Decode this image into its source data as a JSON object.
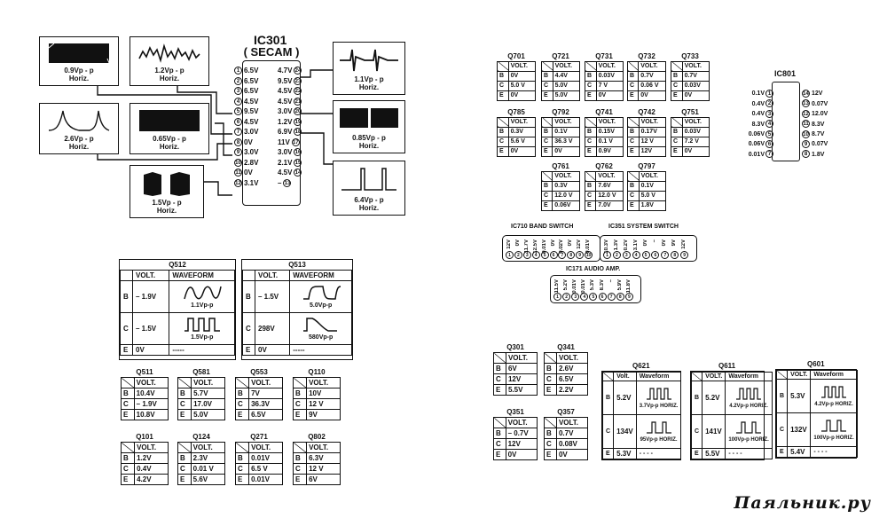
{
  "ic301": {
    "name": "IC301",
    "sub": "SECAM",
    "left_pins": [
      {
        "n": "1",
        "v": "6.5V"
      },
      {
        "n": "2",
        "v": "6.5V"
      },
      {
        "n": "3",
        "v": "6.5V"
      },
      {
        "n": "4",
        "v": "4.5V"
      },
      {
        "n": "5",
        "v": "9.5V"
      },
      {
        "n": "6",
        "v": "4.5V"
      },
      {
        "n": "7",
        "v": "3.0V"
      },
      {
        "n": "8",
        "v": "0V"
      },
      {
        "n": "9",
        "v": "3.0V"
      },
      {
        "n": "10",
        "v": "2.8V"
      },
      {
        "n": "11",
        "v": "0V"
      },
      {
        "n": "12",
        "v": "3.1V"
      }
    ],
    "right_pins": [
      {
        "n": "24",
        "v": "4.7V"
      },
      {
        "n": "23",
        "v": "9.5V"
      },
      {
        "n": "22",
        "v": "4.5V"
      },
      {
        "n": "21",
        "v": "4.5V"
      },
      {
        "n": "20",
        "v": "3.0V"
      },
      {
        "n": "19",
        "v": "1.2V"
      },
      {
        "n": "18",
        "v": "6.9V"
      },
      {
        "n": "17",
        "v": "11V"
      },
      {
        "n": "16",
        "v": "3.0V"
      },
      {
        "n": "15",
        "v": "2.1V"
      },
      {
        "n": "14",
        "v": "4.5V"
      },
      {
        "n": "13",
        "v": "–"
      }
    ],
    "waveforms": [
      {
        "l1": "0.9Vp - p",
        "l2": "Horiz."
      },
      {
        "l1": "1.2Vp - p",
        "l2": "Horiz."
      },
      {
        "l1": "2.6Vp - p",
        "l2": "Horiz."
      },
      {
        "l1": "0.65Vp - p",
        "l2": "Horiz."
      },
      {
        "l1": "1.5Vp - p",
        "l2": "Horiz."
      },
      {
        "l1": "1.1Vp - p",
        "l2": "Horiz."
      },
      {
        "l1": "0.85Vp - p",
        "l2": "Horiz."
      },
      {
        "l1": "6.4Vp - p",
        "l2": "Horiz."
      }
    ]
  },
  "wave_tables": [
    {
      "name": "Q512",
      "col1": "VOLT.",
      "col2": "WAVEFORM",
      "b_v": "– 1.9V",
      "b_w": "1.1Vp-p",
      "c_v": "– 1.5V",
      "c_w": "1.5Vp-p",
      "e_v": "0V",
      "e_w": "-----"
    },
    {
      "name": "Q513",
      "col1": "VOLT.",
      "col2": "WAVEFORM",
      "b_v": "– 1.5V",
      "b_w": "5.0Vp-p",
      "c_v": "298V",
      "c_w": "580Vp-p",
      "e_v": "0V",
      "e_w": "-----"
    }
  ],
  "left_tables": [
    {
      "name": "Q511",
      "head": "VOLT.",
      "B": "10.4V",
      "C": "– 1.9V",
      "E": "10.8V"
    },
    {
      "name": "Q581",
      "head": "VOLT.",
      "B": "5.7V",
      "C": "17.0V",
      "E": "5.0V"
    },
    {
      "name": "Q553",
      "head": "VOLT.",
      "B": "7V",
      "C": "36.3V",
      "E": "6.5V"
    },
    {
      "name": "Q110",
      "head": "VOLT.",
      "B": "10V",
      "C": "12 V",
      "E": "9V"
    },
    {
      "name": "Q101",
      "head": "VOLT.",
      "B": "1.2V",
      "C": "0.4V",
      "E": "4.2V"
    },
    {
      "name": "Q124",
      "head": "VOLT.",
      "B": "2.3V",
      "C": "0.01 V",
      "E": "5.6V"
    },
    {
      "name": "Q271",
      "head": "VOLT.",
      "B": "0.01V",
      "C": "6.5 V",
      "E": "0.01V"
    },
    {
      "name": "Q802",
      "head": "VOLT.",
      "B": "6.3V",
      "C": "12 V",
      "E": "6V"
    }
  ],
  "small_tables": [
    {
      "name": "Q701",
      "head": "VOLT.",
      "B": "0V",
      "C": "5.0 V",
      "E": "0V"
    },
    {
      "name": "Q721",
      "head": "VOLT.",
      "B": "4.4V",
      "C": "5.0V",
      "E": "5.0V"
    },
    {
      "name": "Q731",
      "head": "VOLT.",
      "B": "0.03V",
      "C": "7 V",
      "E": "0V"
    },
    {
      "name": "Q732",
      "head": "VOLT.",
      "B": "0.7V",
      "C": "0.06 V",
      "E": "0V"
    },
    {
      "name": "Q733",
      "head": "VOLT.",
      "B": "0.7V",
      "C": "0.03V",
      "E": "0V"
    },
    {
      "name": "Q785",
      "head": "VOLT.",
      "B": "0.3V",
      "C": "5.6 V",
      "E": "0V"
    },
    {
      "name": "Q792",
      "head": "VOLT.",
      "B": "0.1V",
      "C": "36.3 V",
      "E": "0V"
    },
    {
      "name": "Q741",
      "head": "VOLT.",
      "B": "0.15V",
      "C": "0.1 V",
      "E": "0.9V"
    },
    {
      "name": "Q742",
      "head": "VOLT.",
      "B": "0.17V",
      "C": "12 V",
      "E": "12V"
    },
    {
      "name": "Q751",
      "head": "VOLT.",
      "B": "0.03V",
      "C": "7.2 V",
      "E": "0V"
    },
    {
      "name": "Q761",
      "head": "VOLT.",
      "B": "0.3V",
      "C": "12.0 V",
      "E": "0.06V"
    },
    {
      "name": "Q762",
      "head": "VOLT.",
      "B": "7.6V",
      "C": "12.0 V",
      "E": "7.0V"
    },
    {
      "name": "Q797",
      "head": "VOLT.",
      "B": "0.1V",
      "C": "5.0 V",
      "E": "1.8V"
    }
  ],
  "ic801": {
    "name": "IC801",
    "left_pins": [
      {
        "n": "1",
        "v": "0.1V"
      },
      {
        "n": "2",
        "v": "0.4V"
      },
      {
        "n": "3",
        "v": "0.4V"
      },
      {
        "n": "4",
        "v": "8.3V"
      },
      {
        "n": "5",
        "v": "0.06V"
      },
      {
        "n": "6",
        "v": "0.06V"
      },
      {
        "n": "7",
        "v": "0.01V"
      }
    ],
    "right_pins": [
      {
        "n": "14",
        "v": "12V"
      },
      {
        "n": "13",
        "v": "0.07V"
      },
      {
        "n": "12",
        "v": "12.0V"
      },
      {
        "n": "11",
        "v": "8.3V"
      },
      {
        "n": "10",
        "v": "8.7V"
      },
      {
        "n": "9",
        "v": "0.07V"
      },
      {
        "n": "8",
        "v": "1.8V"
      }
    ]
  },
  "strips": [
    {
      "title": "IC710  BAND SWITCH",
      "volts": [
        "12V",
        "0V",
        "11.7V",
        "12.5V",
        "0.01V",
        "0V",
        "0.02V",
        "0V",
        "12V",
        "0.01V"
      ],
      "pins": [
        "1",
        "2",
        "3",
        "4",
        "5",
        "6",
        "7",
        "8",
        "9",
        "10"
      ]
    },
    {
      "title": "IC351  SYSTEM SWITCH",
      "volts": [
        "10.3V",
        "1.3V",
        "0.2V",
        "3.1V",
        "0V",
        "–",
        "0V",
        "9V",
        "12V"
      ],
      "pins": [
        "1",
        "2",
        "3",
        "4",
        "5",
        "6",
        "7",
        "8",
        "9"
      ]
    },
    {
      "title": "IC171  AUDIO AMP.",
      "volts": [
        "11.5V",
        "5.2V",
        "0.01V",
        "0.01V",
        "5.3V",
        "8.3V",
        "–",
        "5.9V",
        "11.8V"
      ],
      "pins": [
        "1",
        "2",
        "3",
        "4",
        "5",
        "6",
        "7",
        "8",
        "9"
      ]
    }
  ],
  "lower_tables": [
    {
      "name": "Q301",
      "head": "VOLT.",
      "B": "6V",
      "C": "12V",
      "E": "5.5V"
    },
    {
      "name": "Q341",
      "head": "VOLT.",
      "B": "2.6V",
      "C": "6.5V",
      "E": "2.2V"
    },
    {
      "name": "Q351",
      "head": "VOLT.",
      "B": "– 0.7V",
      "C": "12V",
      "E": "0V"
    },
    {
      "name": "Q357",
      "head": "VOLT.",
      "B": "0.7V",
      "C": "0.08V",
      "E": "0V"
    }
  ],
  "wave_small": [
    {
      "name": "Q621",
      "h1": "Volt.",
      "h2": "Waveform",
      "B": "5.2V",
      "b_w": "3.7Vp-p HORIZ.",
      "C": "134V",
      "c_w": "95Vp-p HORIZ.",
      "E": "5.3V",
      "e_w": "- - - -"
    },
    {
      "name": "Q611",
      "h1": "VOLT.",
      "h2": "Waveform",
      "B": "5.2V",
      "b_w": "4.2Vp-p HORIZ.",
      "C": "141V",
      "c_w": "100Vp-p HORIZ.",
      "E": "5.5V",
      "e_w": "- - - -"
    },
    {
      "name": "Q601",
      "h1": "VOLT.",
      "h2": "Waveform",
      "B": "5.3V",
      "b_w": "4.2Vp-p HORIZ.",
      "C": "132V",
      "c_w": "100Vp-p HORIZ.",
      "E": "5.4V",
      "e_w": "- - - -"
    }
  ],
  "watermark": "Паяльник.ру"
}
